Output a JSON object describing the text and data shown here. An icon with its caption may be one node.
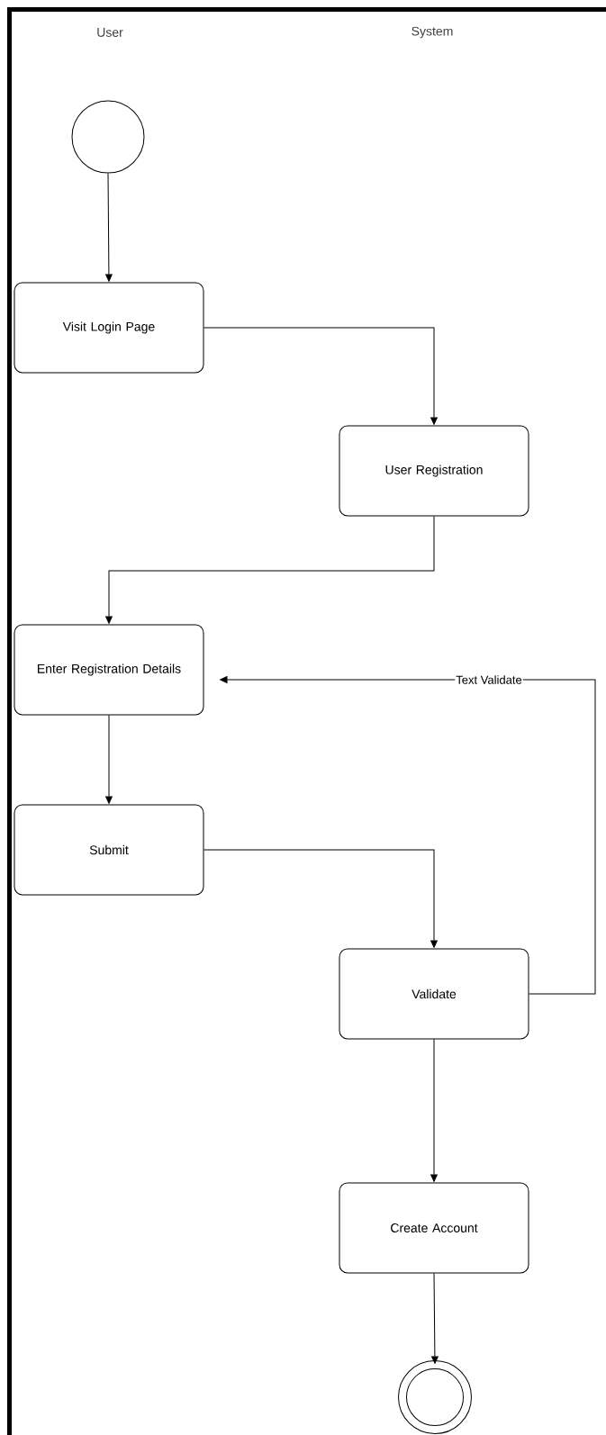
{
  "diagram": {
    "nodes": [
      {
        "text": [],
        "shape": "circle"
      },
      {
        "text": [
          "Visit Login Page"
        ]
      },
      {
        "text": [
          "User Registration"
        ]
      },
      {
        "text": [
          "Enter Registration Details"
        ]
      },
      {
        "text": [
          "Submit"
        ]
      },
      {
        "text": [
          "Validate"
        ]
      },
      {
        "text": [
          "Create Account"
        ]
      },
      {
        "text": [],
        "shape": "bullseye"
      }
    ],
    "edges": [
      {
        "from": 0,
        "to": 1,
        "arrow": "to"
      },
      {
        "from": 1,
        "to": 2,
        "arrow": "to"
      },
      {
        "from": 2,
        "to": 3,
        "arrow": "to"
      },
      {
        "from": 3,
        "to": 4,
        "arrow": "to"
      },
      {
        "from": 4,
        "to": 5,
        "arrow": "to"
      },
      {
        "from": 5,
        "to": 3,
        "arrow": "to",
        "label": "Text Validate"
      },
      {
        "from": 5,
        "to": 6,
        "arrow": "to"
      },
      {
        "from": 6,
        "to": 7,
        "arrow": "to"
      }
    ],
    "labels": [
      "User",
      "System"
    ]
  }
}
